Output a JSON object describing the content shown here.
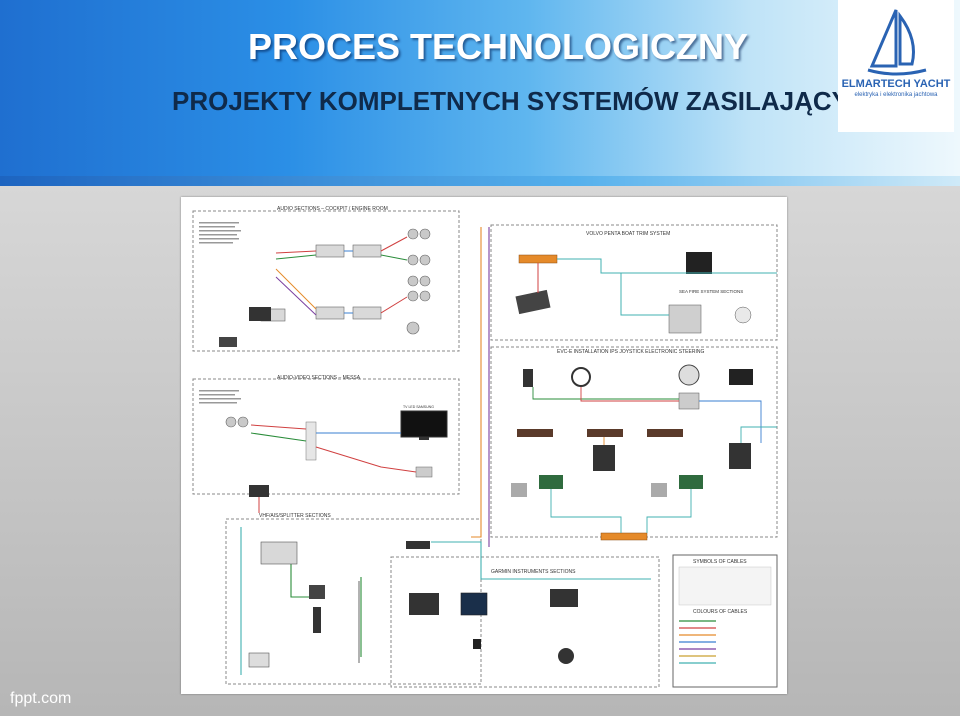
{
  "slide": {
    "title": "PROCES TECHNOLOGICZNY",
    "subtitle": "PROJEKTY KOMPLETNYCH SYSTEMÓW ZASILAJĄCYCH",
    "watermark": "fppt.com"
  },
  "logo": {
    "name": "ELMARTECH YACHT",
    "tagline": "elektryka i elektronika jachtowa",
    "icon": "sailboat-icon",
    "color": "#2a63b3"
  },
  "diagram": {
    "audio_cockpit": "AUDIO SECTIONS – COCKPIT / ENGINE ROOM",
    "volvo_trim": "VOLVO PENTA BOAT TRIM SYSTEM",
    "sea_fire": "SEA FIRE SYSTEM SECTIONS",
    "evc": "EVC-E INSTALLATION IPS JOYSTICK ELECTRONIC STEERING",
    "audio_mesa": "AUDIO-VIDEO SECTIONS – MESSA",
    "vhf": "VHF/AIS/SPLITTER SECTIONS",
    "garmin": "GARMIN INSTRUMENTS SECTIONS",
    "symbols_title": "SYMBOLS OF CABLES",
    "colours_title": "COLOURS OF CABLES",
    "tv_label": "TV LED SAMSUNG",
    "cable_colors": [
      "#2a8c3a",
      "#d04040",
      "#e58a2a",
      "#3a7fd0",
      "#7b3fa0",
      "#caa030",
      "#40b0b0"
    ]
  }
}
